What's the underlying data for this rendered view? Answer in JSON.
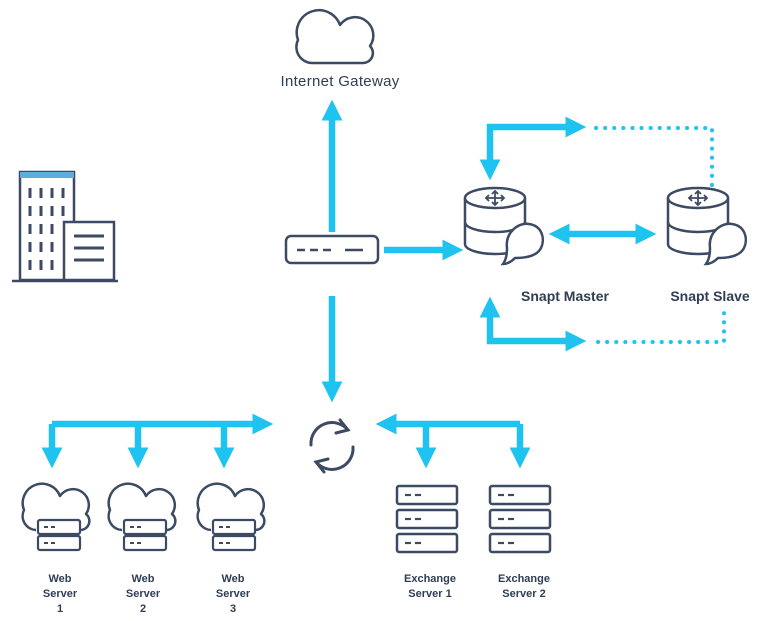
{
  "colors": {
    "arrow": "#1ec3ef",
    "outline": "#3c4a63",
    "accent": "#5aaee0",
    "label": "#2f3d55"
  },
  "labels": {
    "internet_gateway": "Internet Gateway",
    "snapt_master": "Snapt Master",
    "snapt_slave": "Snapt Slave",
    "web_server_1": "Web\nServer\n1",
    "web_server_2": "Web\nServer\n2",
    "web_server_3": "Web\nServer\n3",
    "exchange_server_1": "Exchange\nServer 1",
    "exchange_server_2": "Exchange\nServer 2"
  },
  "icons": {
    "building": "building-icon",
    "cloud": "cloud-icon",
    "router": "router-icon",
    "database": "database-icon",
    "sync": "sync-icon",
    "cloud_server": "cloud-server-icon",
    "server_rack": "server-rack-icon"
  }
}
